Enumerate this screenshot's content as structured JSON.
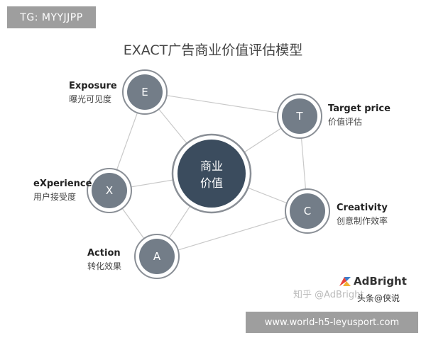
{
  "tag": "TG: MYYJJPP",
  "title": "EXACT广告商业价值评估模型",
  "center": {
    "line1": "商业",
    "line2": "价值"
  },
  "nodes": {
    "E": {
      "letter": "E",
      "label_en": "Exposure",
      "label_zh": "曝光可见度"
    },
    "T": {
      "letter": "T",
      "label_en": "Target price",
      "label_zh": "价值评估"
    },
    "X": {
      "letter": "X",
      "label_en": "eXperience",
      "label_zh": "用户接受度"
    },
    "C": {
      "letter": "C",
      "label_en": "Creativity",
      "label_zh": "创意制作效率"
    },
    "A": {
      "letter": "A",
      "label_en": "Action",
      "label_zh": "转化效果"
    }
  },
  "watermark": "知乎 @AdBright",
  "brand": "AdBright",
  "toutiao": "头条@侠说",
  "url": "www.world-h5-leyusport.com",
  "colors": {
    "node_fill": "#737d88",
    "center_fill": "#3b4c5e",
    "ring": "#8a8f96",
    "edge": "#c9c9c9"
  }
}
